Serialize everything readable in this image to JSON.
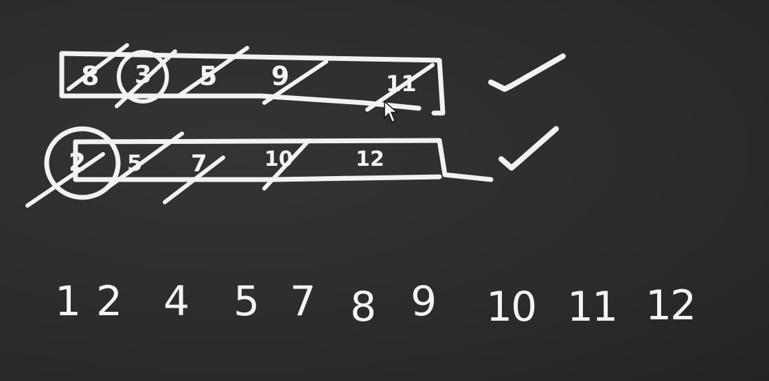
{
  "row1": {
    "cells": [
      "8",
      "3",
      "5",
      "9",
      "11"
    ],
    "checkmark": "check-icon"
  },
  "row2": {
    "cells": [
      "2",
      "5",
      "7",
      "10",
      "12"
    ],
    "checkmark": "check-icon"
  },
  "sequence": [
    "1",
    "2",
    "4",
    "5",
    "7",
    "8",
    "9",
    "10",
    "11",
    "12"
  ],
  "colors": {
    "board": "#2b2b2b",
    "chalk": "#f2f2f2"
  }
}
